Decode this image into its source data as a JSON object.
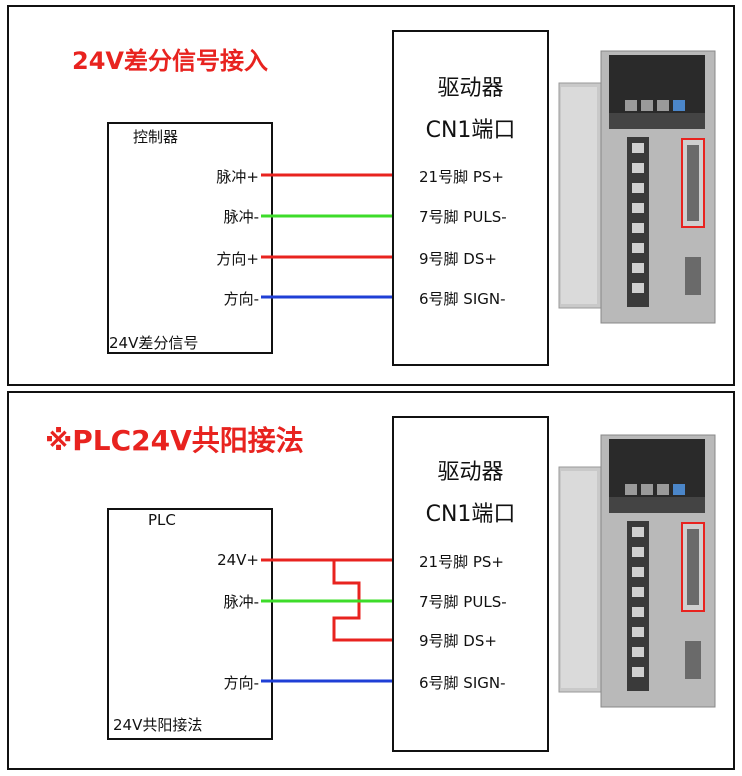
{
  "top": {
    "title": "24V差分信号接入",
    "controller_label": "控制器",
    "footer_label": "24V差分信号",
    "signals": [
      {
        "left": "脉冲+",
        "right": "21号脚  PS+",
        "color": "#e8231f"
      },
      {
        "left": "脉冲-",
        "right": "7号脚  PULS-",
        "color": "#3ddc2a"
      },
      {
        "left": "方向+",
        "right": "9号脚  DS+",
        "color": "#e8231f"
      },
      {
        "left": "方向-",
        "right": "6号脚  SIGN-",
        "color": "#1f3fd6"
      }
    ]
  },
  "bottom": {
    "title": "※PLC24V共阳接法",
    "controller_label": "PLC",
    "footer_label": "24V共阳接法",
    "signals": [
      {
        "left": "24V+",
        "right": "21号脚  PS+",
        "color": "#e8231f"
      },
      {
        "left": "脉冲-",
        "right": "7号脚  PULS-",
        "color": "#3ddc2a"
      },
      {
        "left": "",
        "right": "9号脚  DS+",
        "color": "#e8231f"
      },
      {
        "left": "方向-",
        "right": "6号脚  SIGN-",
        "color": "#1f3fd6"
      }
    ]
  },
  "driver": {
    "line1": "驱动器",
    "line2": "CN1端口"
  }
}
